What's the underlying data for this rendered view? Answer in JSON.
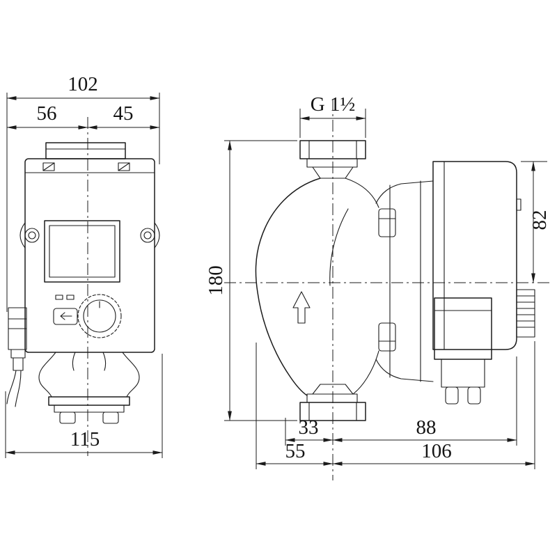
{
  "drawing": {
    "type": "pump-dimensional-drawing",
    "background_color": "#ffffff",
    "line_color": "#1b1b1b",
    "front_view": {
      "dim_total_width": "102",
      "dim_left_of_axis": "56",
      "dim_right_of_axis": "45",
      "dim_base_width": "115"
    },
    "side_view": {
      "dim_thread": "G 1½",
      "dim_port_to_port_height": "180",
      "dim_axis_to_motor_top": "82",
      "dim_axis_to_flange_edge": "33",
      "dim_axis_to_motor_end": "88",
      "dim_front_depth": "55",
      "dim_total_depth": "106"
    }
  }
}
